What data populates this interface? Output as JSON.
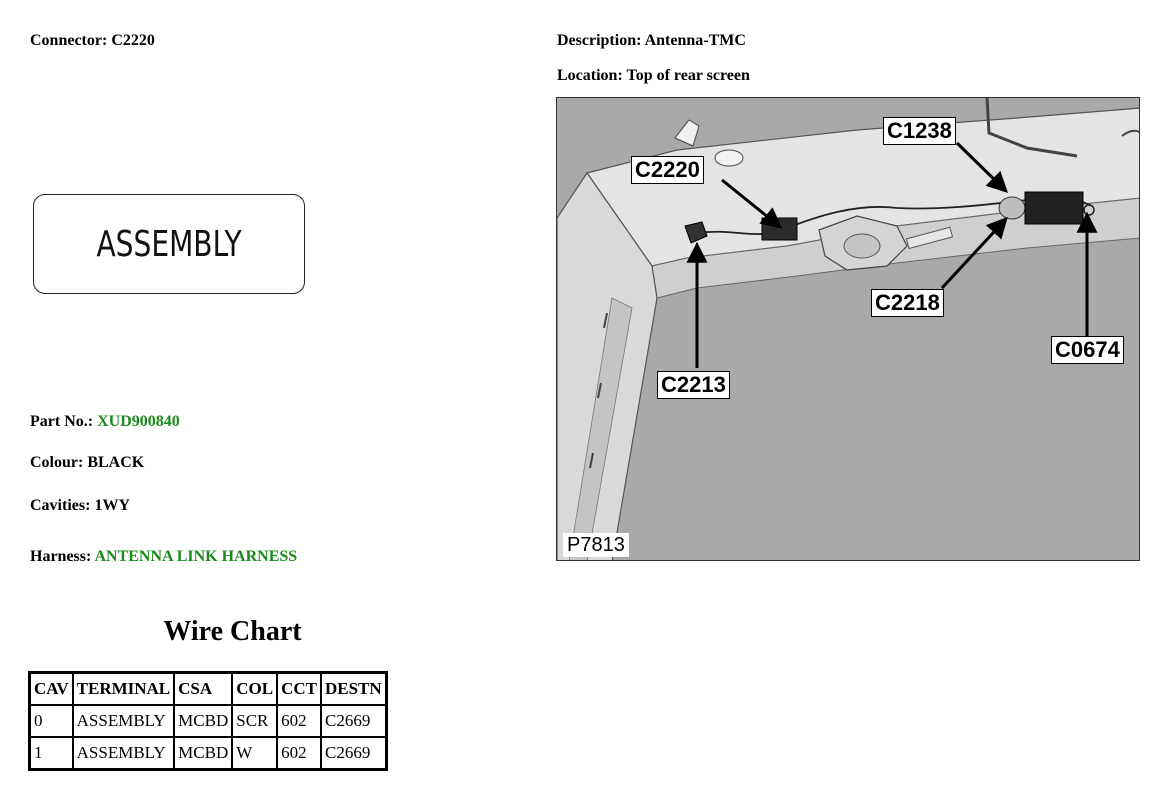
{
  "header": {
    "connector_label": "Connector:",
    "connector_value": "C2220",
    "description_label": "Description:",
    "description_value": "Antenna-TMC",
    "location_label": "Location:",
    "location_value": "Top of rear screen"
  },
  "assembly_box": {
    "label": "ASSEMBLY"
  },
  "details": {
    "part_no_label": "Part No.:",
    "part_no_value": "XUD900840",
    "colour_label": "Colour:",
    "colour_value": "BLACK",
    "cavities_label": "Cavities:",
    "cavities_value": "1WY",
    "harness_label": "Harness:",
    "harness_value": "ANTENNA LINK HARNESS"
  },
  "wire_chart": {
    "title": "Wire Chart",
    "headers": [
      "CAV",
      "TERMINAL",
      "CSA",
      "COL",
      "CCT",
      "DESTN"
    ],
    "rows": [
      [
        "0",
        "ASSEMBLY",
        "MCBD",
        "SCR",
        "602",
        "C2669"
      ],
      [
        "1",
        "ASSEMBLY",
        "MCBD",
        "W",
        "602",
        "C2669"
      ]
    ]
  },
  "figure": {
    "callouts": [
      "C1238",
      "C2220",
      "C2218",
      "C0674",
      "C2213"
    ],
    "figure_id": "P7813"
  },
  "colors": {
    "link_green": "#1a8a1a",
    "figure_background": "#a9a9a9"
  }
}
